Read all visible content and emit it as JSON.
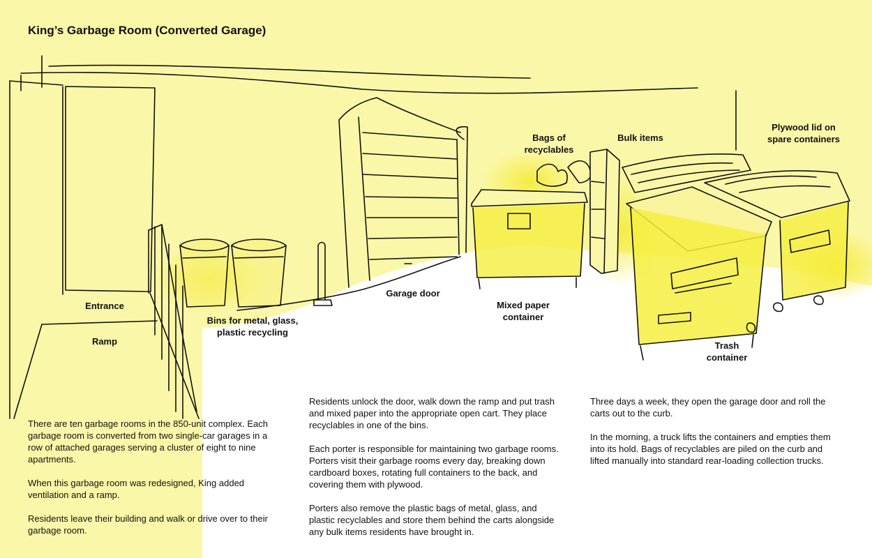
{
  "title": "King’s Garbage Room (Converted Garage)",
  "labels": {
    "entrance": "Entrance",
    "ramp": "Ramp",
    "bins": [
      "Bins for metal, glass,",
      "plastic recycling"
    ],
    "garage_door": "Garage door",
    "bags": [
      "Bags of",
      "recyclables"
    ],
    "bulk": "Bulk items",
    "plywood": [
      "Plywood lid on",
      "spare containers"
    ],
    "mixed_paper": [
      "Mixed paper",
      "container"
    ],
    "trash": [
      "Trash",
      "container"
    ]
  },
  "paragraphs": {
    "col1": [
      "There are ten garbage rooms in the 850-unit complex. Each garbage room is converted from two single-car garages in a row of attached garages serving a cluster of eight to nine apartments.",
      "When this garbage room was redesigned, King added ventilation and a ramp.",
      "Residents leave their building and walk or drive over to their garbage room."
    ],
    "col2": [
      "Residents unlock the door, walk down the ramp and put trash and mixed paper into the appropriate open cart. They place recyclables in one of the bins.",
      "Each porter is responsible for maintaining two garbage rooms. Porters visit their garbage rooms every day, breaking down cardboard boxes, rotating full containers to the back, and covering them with plywood.",
      "Porters also remove the plastic bags of metal, glass, and plastic recyclables and store them behind the carts alongside any bulk items residents have brought in."
    ],
    "col3": [
      "Three days a week, they open the garage door and roll the carts out to the curb.",
      "In the morning, a truck lifts the containers and empties them into its hold. Bags of recyclables are piled on the curb and lifted manually into standard rear-loading collection trucks."
    ]
  },
  "colors": {
    "background_yellow": "#fbf7a8",
    "highlight_yellow": "#f5ee3f",
    "ink": "#111111"
  }
}
